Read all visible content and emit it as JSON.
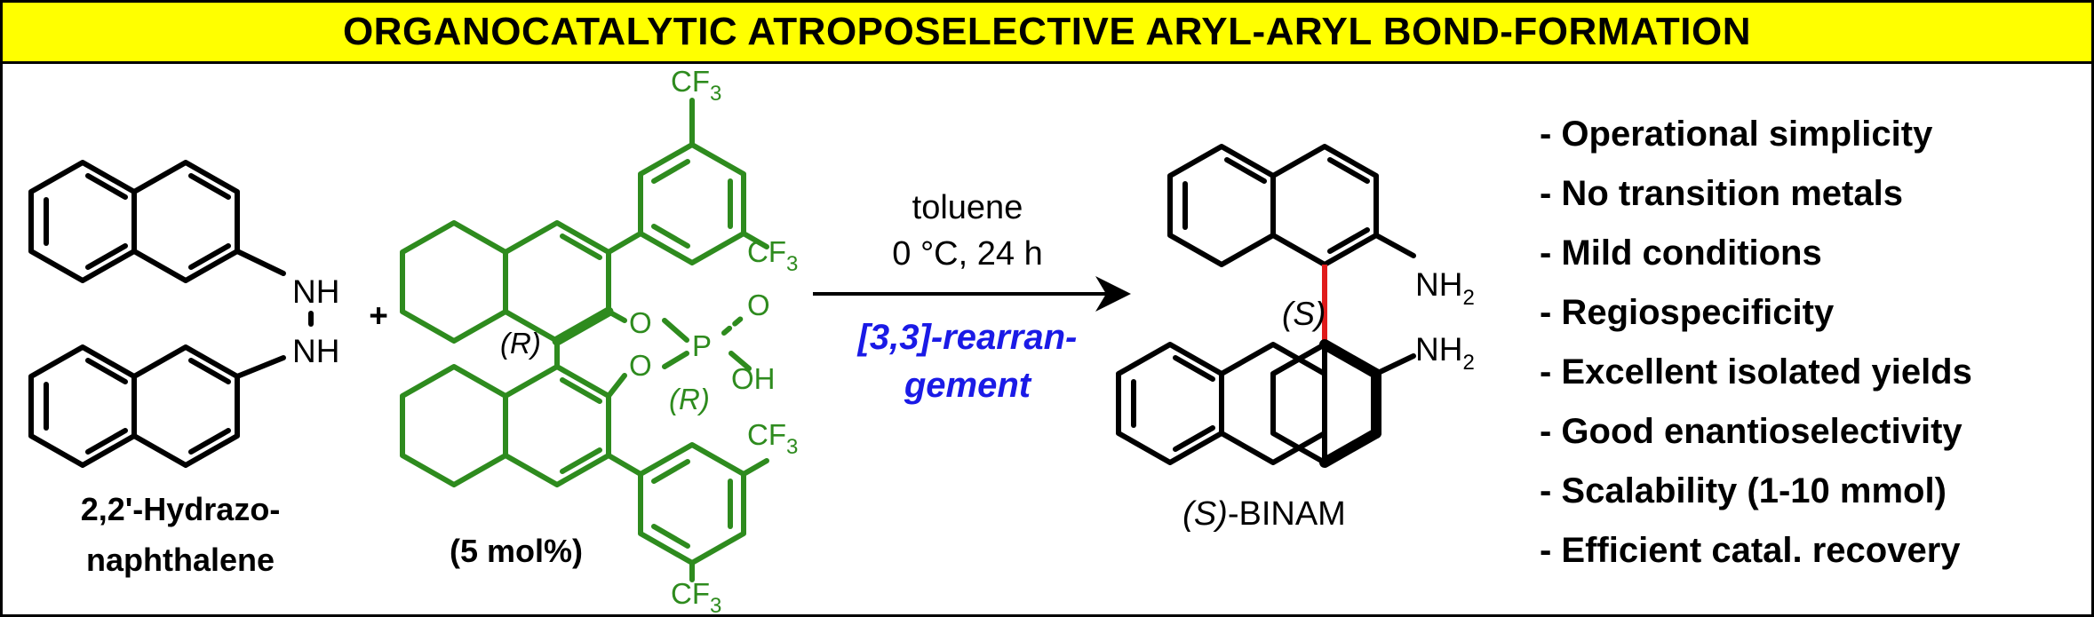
{
  "title": "ORGANOCATALYTIC ATROPOSELECTIVE ARYL-ARYL BOND-FORMATION",
  "reactant": {
    "caption_line1": "2,2'-Hydrazo-",
    "caption_line2": "naphthalene",
    "nh_label": "NH"
  },
  "plus": "+",
  "catalyst": {
    "loading": "(5 mol%)",
    "cf3": "CF",
    "cf3_sub": "3",
    "o_label": "O",
    "p_label": "P",
    "oh_label": "OH",
    "r_label": "(R)"
  },
  "conditions": {
    "solvent": "toluene",
    "temp_time": "0 °C, 24 h",
    "rearr_line1": "[3,3]-rearran-",
    "rearr_line2": "gement"
  },
  "product": {
    "nh2": "NH",
    "nh2_sub": "2",
    "s_label": "(S)",
    "name_prefix": "(S)",
    "name": "-BINAM"
  },
  "benefits": [
    "- Operational simplicity",
    "- No transition metals",
    "- Mild conditions",
    "- Regiospecificity",
    "- Excellent isolated yields",
    "- Good enantioselectivity",
    "- Scalability (1-10 mmol)",
    "- Efficient catal. recovery"
  ],
  "colors": {
    "title_bg": "#ffff00",
    "catalyst": "#2e8b1e",
    "rearrangement": "#1a1ae6",
    "axial_bond": "#e01b1b"
  }
}
